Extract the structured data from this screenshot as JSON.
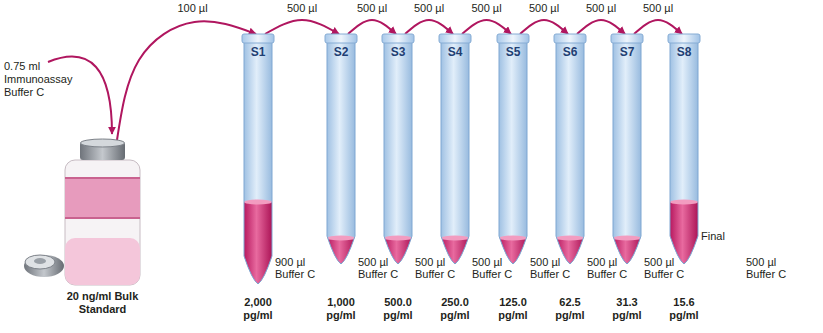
{
  "diagram": {
    "nodes": [
      {
        "text": [
          "20 ng/ml Bulk Standard"
        ]
      },
      {
        "text": [
          "S1",
          "900 µl Buffer C",
          "2,000 pg/ml"
        ]
      },
      {
        "text": [
          "S2",
          "500 µl Buffer C",
          "1,000 pg/ml"
        ]
      },
      {
        "text": [
          "S3",
          "500 µl Buffer C",
          "500.0 pg/ml"
        ]
      },
      {
        "text": [
          "S4",
          "500 µl Buffer C",
          "250.0 pg/ml"
        ]
      },
      {
        "text": [
          "S5",
          "500 µl Buffer C",
          "125.0 pg/ml"
        ]
      },
      {
        "text": [
          "S6",
          "500 µl Buffer C",
          "62.5 pg/ml"
        ]
      },
      {
        "text": [
          "S7",
          "500 µl Buffer C",
          "31.3 pg/ml"
        ]
      },
      {
        "text": [
          "S8",
          "Final",
          "500 µl Buffer C",
          "15.6 pg/ml"
        ]
      }
    ],
    "edges": [
      {
        "from": 0,
        "to": 1,
        "label": "100 µl",
        "arrow": "to"
      },
      {
        "from": 1,
        "to": 2,
        "label": "500 µl",
        "arrow": "to"
      },
      {
        "from": 2,
        "to": 3,
        "label": "500 µl",
        "arrow": "to"
      },
      {
        "from": 3,
        "to": 4,
        "label": "500 µl",
        "arrow": "to"
      },
      {
        "from": 4,
        "to": 5,
        "label": "500 µl",
        "arrow": "to"
      },
      {
        "from": 5,
        "to": 6,
        "label": "500 µl",
        "arrow": "to"
      },
      {
        "from": 6,
        "to": 7,
        "label": "500 µl",
        "arrow": "to"
      },
      {
        "from": 7,
        "to": 8,
        "label": "500 µl",
        "arrow": "to"
      }
    ],
    "labels": [
      "0.75 ml Immunoassay Buffer C"
    ]
  }
}
